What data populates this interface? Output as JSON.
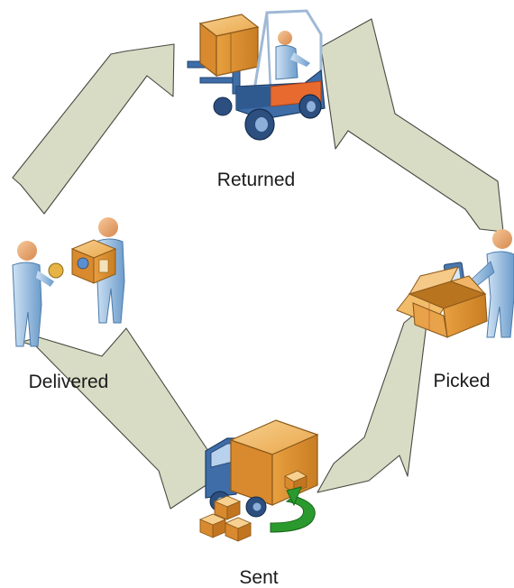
{
  "diagram": {
    "kind": "cycle",
    "stages": [
      {
        "id": "returned",
        "label": "Returned",
        "icon": "forklift-icon"
      },
      {
        "id": "picked",
        "label": "Picked",
        "icon": "worker-open-box-icon"
      },
      {
        "id": "sent",
        "label": "Sent",
        "icon": "delivery-truck-icon"
      },
      {
        "id": "delivered",
        "label": "Delivered",
        "icon": "package-handover-icon"
      }
    ],
    "arrows": [
      {
        "from": "returned",
        "to": "picked"
      },
      {
        "from": "picked",
        "to": "sent"
      },
      {
        "from": "sent",
        "to": "delivered"
      },
      {
        "from": "delivered",
        "to": "returned"
      }
    ],
    "colors": {
      "arrow_fill": "#d9dcc5",
      "arrow_stroke": "#474a41",
      "box_light": "#f2bd6a",
      "box_mid": "#e49a36",
      "box_dark": "#b96f1b",
      "person": "#a4c7e6",
      "person_dark": "#5f8cb8",
      "vehicle_blue": "#3e6da8",
      "forklift_orange": "#e86a2e",
      "return_arrow": "#2b9a2e"
    }
  }
}
